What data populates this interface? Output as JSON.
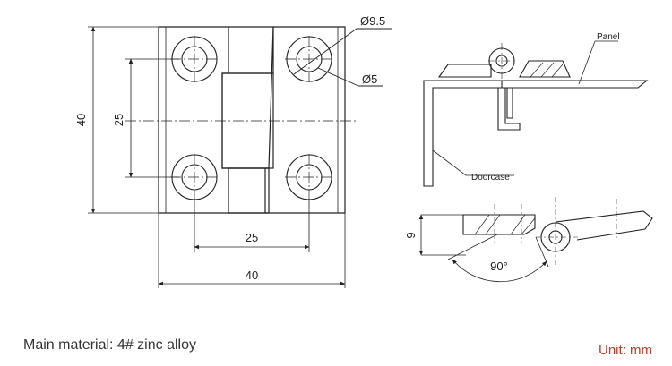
{
  "front_view": {
    "height_dim": "40",
    "hole_spacing_vertical": "25",
    "hole_spacing_horizontal": "25",
    "width_dim": "40",
    "countersink_dia": "Ø9.5",
    "hole_dia": "Ø5"
  },
  "side_view": {
    "panel_label": "Panel",
    "doorcase_label": "Doorcase"
  },
  "bottom_view": {
    "height_dim": "9",
    "angle_dim": "90°"
  },
  "captions": {
    "material": "Main material: 4# zinc alloy",
    "unit": "Unit: mm"
  },
  "colors": {
    "line": "#222222",
    "unit_text": "#c0392b"
  }
}
